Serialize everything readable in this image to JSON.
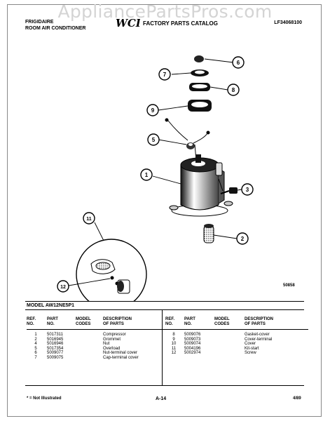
{
  "watermark": "AppliancePartsPros.com",
  "header": {
    "brand": "FRIGIDAIRE",
    "product": "ROOM AIR CONDITIONER",
    "logo": "WCI",
    "catalog_title": "FACTORY PARTS CATALOG",
    "catalog_code": "LF34068100"
  },
  "diagram": {
    "code": "50858",
    "callouts": [
      "1",
      "2",
      "3",
      "5",
      "6",
      "7",
      "8",
      "9",
      "11",
      "12"
    ]
  },
  "model": "MODEL AW12NE5P1",
  "table": {
    "headers": {
      "ref": [
        "REF.",
        "NO."
      ],
      "part": [
        "PART",
        "NO."
      ],
      "model": [
        "MODEL",
        "CODES"
      ],
      "desc": [
        "DESCRIPTION",
        "OF PARTS"
      ]
    },
    "left_rows": [
      {
        "ref": "1",
        "part": "5017311",
        "model": "",
        "desc": "Compressor"
      },
      {
        "ref": "2",
        "part": "5016945",
        "model": "",
        "desc": "Grommet"
      },
      {
        "ref": "4",
        "part": "5016946",
        "model": "",
        "desc": "Nut"
      },
      {
        "ref": "5",
        "part": "5017354",
        "model": "",
        "desc": "Overload"
      },
      {
        "ref": "6",
        "part": "5009077",
        "model": "",
        "desc": "Nut-terminal cover"
      },
      {
        "ref": "7",
        "part": "5009075",
        "model": "",
        "desc": "Cap-terminal cover"
      }
    ],
    "right_rows": [
      {
        "ref": "8",
        "part": "5009076",
        "model": "",
        "desc": "Gasket-cover"
      },
      {
        "ref": "9",
        "part": "5009073",
        "model": "",
        "desc": "Cover-terminal"
      },
      {
        "ref": "10",
        "part": "5009074",
        "model": "",
        "desc": "Cover"
      },
      {
        "ref": "11",
        "part": "5004196",
        "model": "",
        "desc": "Kit-start"
      },
      {
        "ref": "12",
        "part": "5002974",
        "model": "",
        "desc": "Screw"
      }
    ]
  },
  "footer": {
    "note": "* = Not Illustrated",
    "page": "A-14",
    "date": "4/89"
  }
}
